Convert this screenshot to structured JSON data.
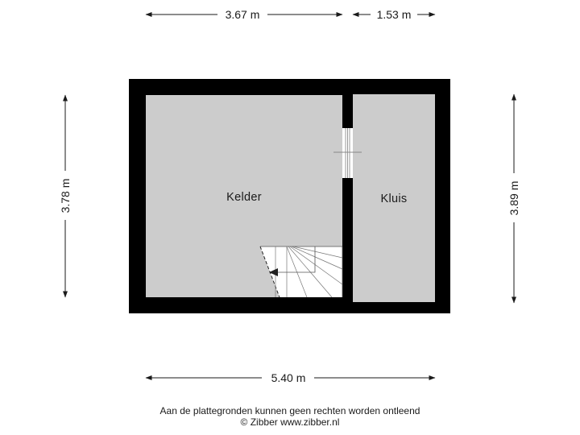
{
  "floorplan": {
    "rooms": [
      {
        "name": "Kelder"
      },
      {
        "name": "Kluis"
      }
    ],
    "colors": {
      "wall": "#000000",
      "room_fill": "#cccccc",
      "stair_fill": "#ffffff",
      "dimension_line": "#1a1a1a"
    }
  },
  "dimensions": {
    "top_left": "3.67 m",
    "top_right": "1.53 m",
    "left": "3.78 m",
    "right": "3.89 m",
    "bottom": "5.40 m"
  },
  "footer": {
    "disclaimer": "Aan de plattegronden kunnen geen rechten worden ontleend",
    "copyright": "© Zibber www.zibber.nl"
  }
}
